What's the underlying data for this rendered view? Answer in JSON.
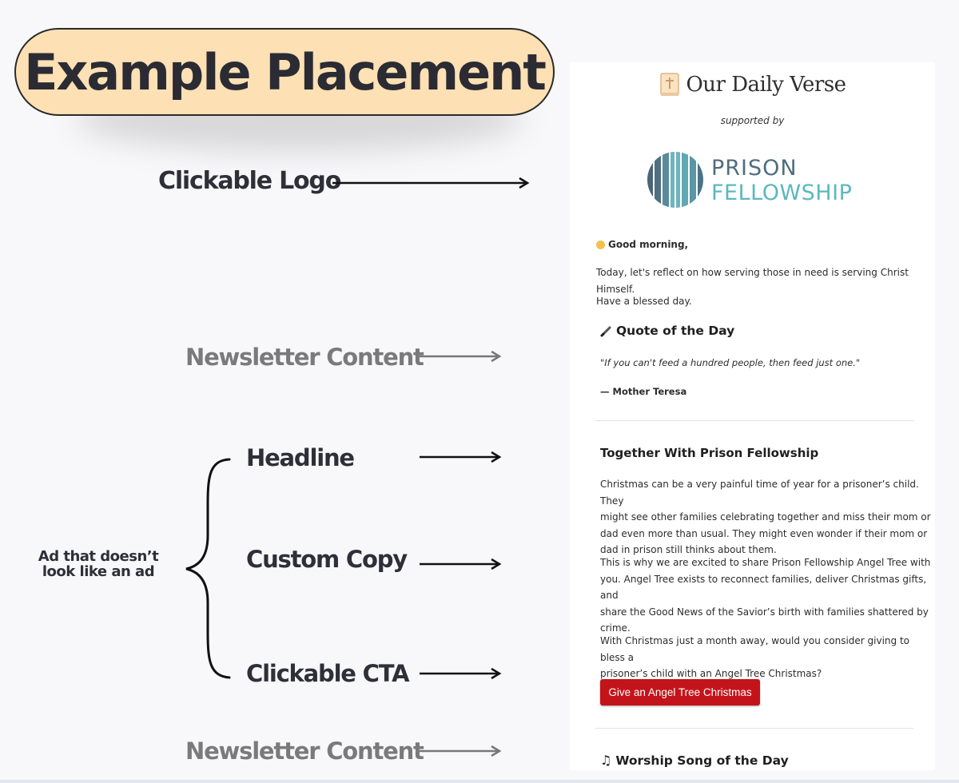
{
  "title": "Example Placement",
  "annotations": {
    "clickable_logo": "Clickable Logo",
    "newsletter_content_top": "Newsletter Content",
    "headline": "Headline",
    "custom_copy": "Custom Copy",
    "clickable_cta": "Clickable CTA",
    "newsletter_content_bottom": "Newsletter Content",
    "ad_note_line1": "Ad that doesn’t",
    "ad_note_line2": "look like an ad"
  },
  "newsletter": {
    "icon": "bible-icon",
    "title": "Our Daily Verse",
    "supported_by": "supported by",
    "sponsor_logo": {
      "line1": "PRISON",
      "line2": "FELLOWSHIP"
    },
    "greeting": "Good morning,",
    "intro": "Today, let's reflect on how serving those in need is serving Christ Himself.",
    "sign_off": "Have a blessed day.",
    "quote_heading": "Quote of the Day",
    "quote": "\"If you can't feed a hundred people, then feed just one.\"",
    "quote_author": "— Mother Teresa",
    "ad": {
      "headline": "Together With Prison Fellowship",
      "para1_lines": [
        "Christmas can be a very painful time of year for a prisoner’s child. They",
        "might see other families celebrating together and miss their mom or",
        "dad even more than usual. They might even wonder if their mom or",
        "dad in prison still thinks about them."
      ],
      "para2_lines": [
        "This is why we are excited to share Prison Fellowship Angel Tree with",
        "you. Angel Tree exists to reconnect families, deliver Christmas gifts, and",
        "share the Good News of the Savior’s birth with families shattered by",
        "crime."
      ],
      "para3_lines": [
        "With Christmas just a month away, would you consider giving to bless a",
        "prisoner’s child with an Angel Tree Christmas?"
      ],
      "cta_label": "Give an Angel Tree Christmas"
    },
    "worship_heading": "Worship Song of the Day",
    "colors": {
      "cta": "#c4141b",
      "logo_dark": "#4f6d7e",
      "logo_teal": "#5bb8be",
      "title_pill": "#fde0b4"
    }
  }
}
